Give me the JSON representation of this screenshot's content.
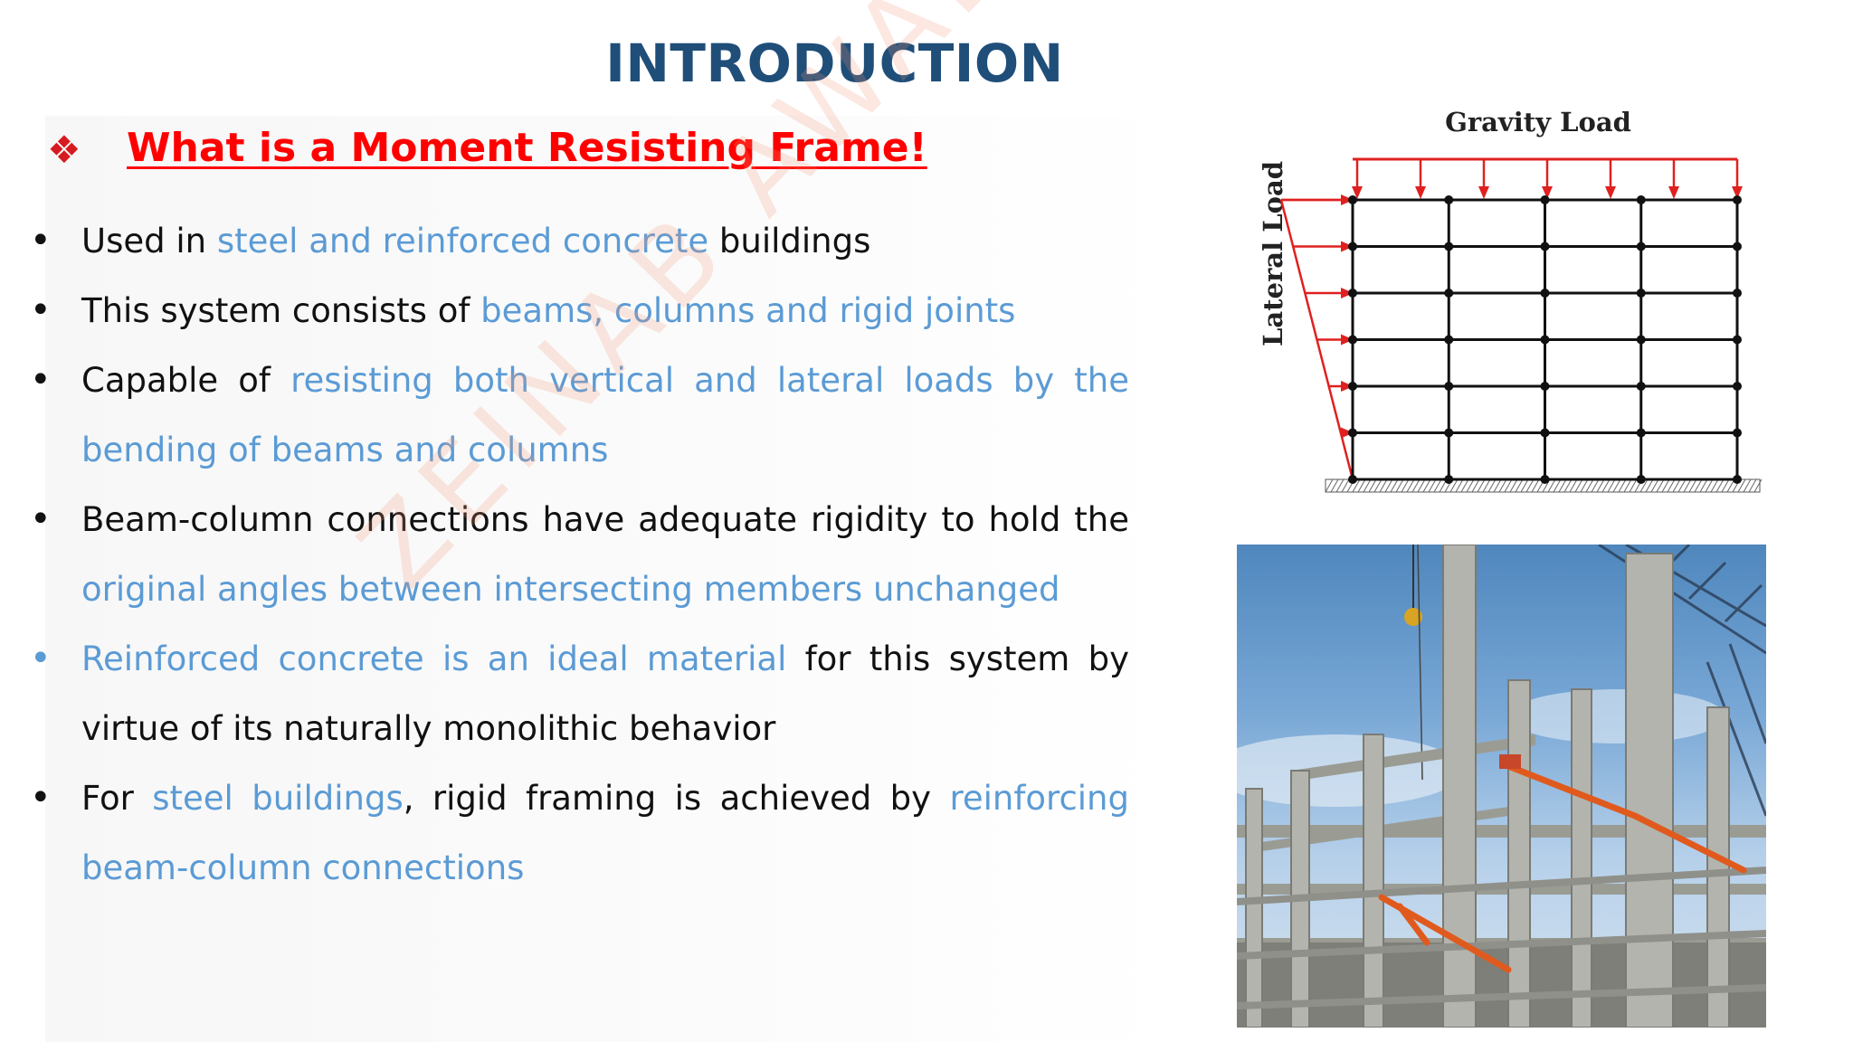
{
  "slide": {
    "title": "INTRODUCTION",
    "subtitle": "What is a Moment Resisting Frame!",
    "subtitle_marker": "❖",
    "watermark": "ZEINAB AWADA"
  },
  "bullets": [
    {
      "segments": [
        {
          "text": "Used in ",
          "highlight": false
        },
        {
          "text": "steel and reinforced concrete",
          "highlight": true
        },
        {
          "text": " buildings",
          "highlight": false
        }
      ]
    },
    {
      "segments": [
        {
          "text": "This system consists of ",
          "highlight": false
        },
        {
          "text": "beams, columns and rigid joints",
          "highlight": true
        }
      ]
    },
    {
      "segments": [
        {
          "text": "Capable of ",
          "highlight": false
        },
        {
          "text": "resisting both vertical and lateral loads by the bending of beams and columns",
          "highlight": true
        }
      ]
    },
    {
      "segments": [
        {
          "text": "Beam-column connections have adequate rigidity to hold the ",
          "highlight": false
        },
        {
          "text": "original angles between intersecting members unchanged",
          "highlight": true
        }
      ]
    },
    {
      "blue_marker": true,
      "segments": [
        {
          "text": "Reinforced concrete is an ideal material",
          "highlight": true
        },
        {
          "text": " for this system by virtue of its naturally monolithic behavior",
          "highlight": false
        }
      ]
    },
    {
      "segments": [
        {
          "text": "For ",
          "highlight": false
        },
        {
          "text": "steel buildings",
          "highlight": true
        },
        {
          "text": ", rigid framing is achieved by ",
          "highlight": false
        },
        {
          "text": "reinforcing beam-column connections",
          "highlight": true
        }
      ]
    }
  ],
  "diagram": {
    "gravity_label": "Gravity Load",
    "lateral_label": "Lateral Load",
    "stories": 6,
    "bays": 4,
    "load_color": "#e02020"
  },
  "colors": {
    "title": "#1f4e79",
    "subtitle": "#ff0000",
    "highlight": "#5b9bd5",
    "body": "#111111"
  }
}
